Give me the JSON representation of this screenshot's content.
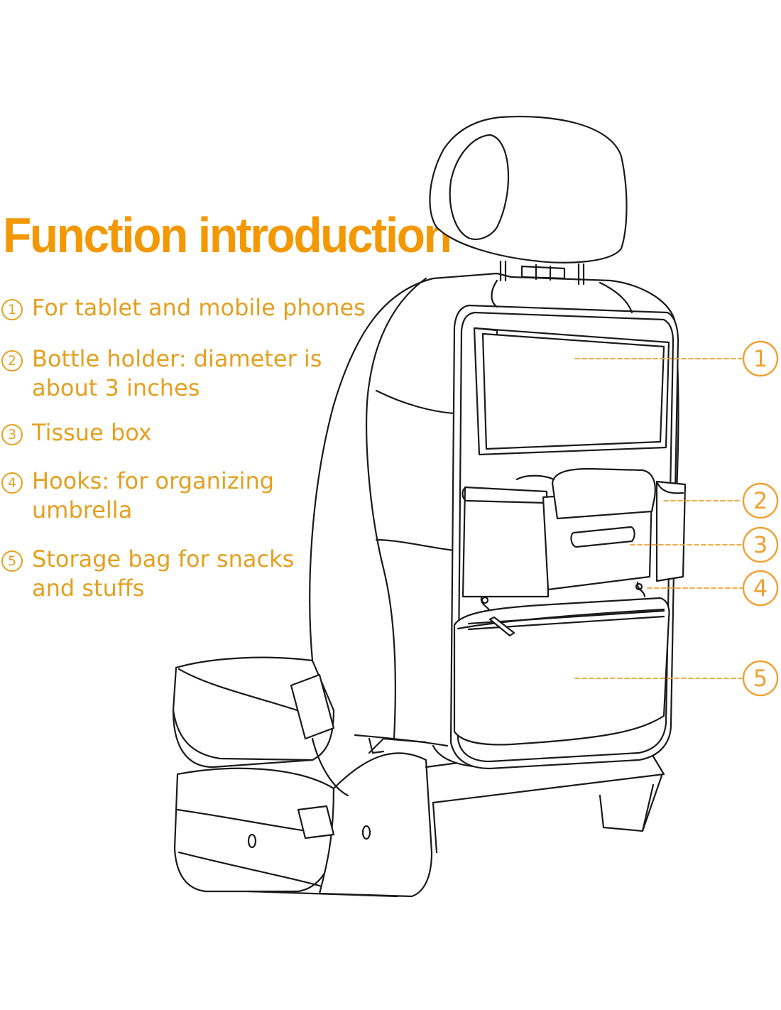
{
  "title": "Function introduction",
  "colors": {
    "title": "#f39800",
    "text": "#e3a020",
    "callout": "#f0a030",
    "line": "#1a1a1a"
  },
  "features": [
    {
      "number": "1",
      "lines": [
        "For tablet and mobile phones"
      ]
    },
    {
      "number": "2",
      "lines": [
        "Bottle holder: diameter is",
        "about 3 inches"
      ]
    },
    {
      "number": "3",
      "lines": [
        "Tissue box"
      ]
    },
    {
      "number": "4",
      "lines": [
        "Hooks: for organizing",
        "umbrella"
      ]
    },
    {
      "number": "5",
      "lines": [
        "Storage bag for snacks",
        "and stuffs"
      ]
    }
  ],
  "callouts": [
    "1",
    "2",
    "3",
    "4",
    "5"
  ]
}
